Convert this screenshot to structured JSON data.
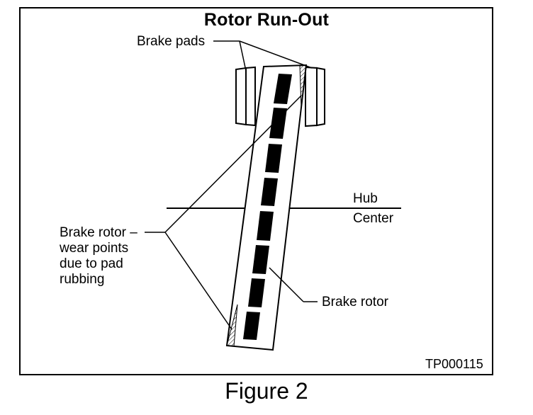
{
  "diagram": {
    "title": "Rotor Run-Out",
    "labels": {
      "brake_pads": "Brake pads",
      "hub": "Hub",
      "center": "Center",
      "wear_points_lines": [
        "Brake rotor –",
        "wear points",
        "due to pad",
        "rubbing"
      ],
      "brake_rotor": "Brake rotor"
    },
    "code": "TP000115"
  },
  "caption": "Figure 2"
}
